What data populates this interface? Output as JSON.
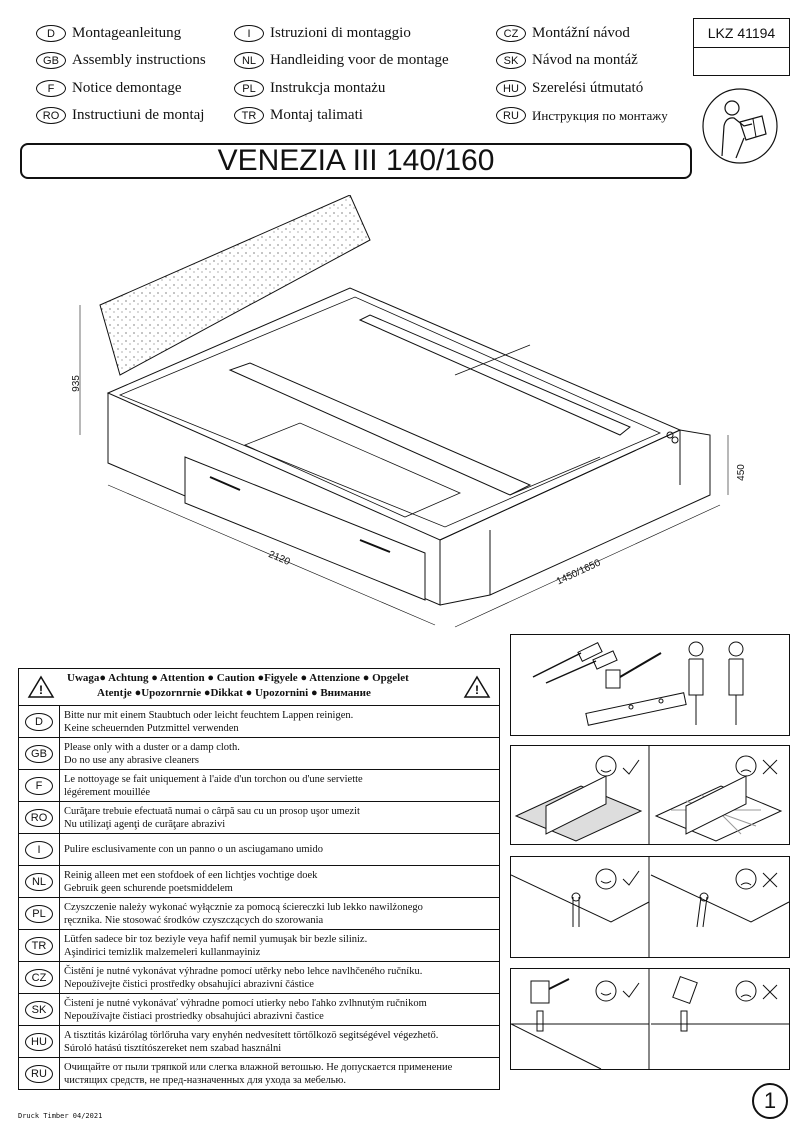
{
  "languages": [
    {
      "code": "D",
      "label": "Montageanleitung"
    },
    {
      "code": "GB",
      "label": "Assembly instructions"
    },
    {
      "code": "F",
      "label": "Notice demontage"
    },
    {
      "code": "RO",
      "label": "Instructiuni de montaj"
    },
    {
      "code": "I",
      "label": "Istruzioni di montaggio"
    },
    {
      "code": "NL",
      "label": "Handleiding voor de montage"
    },
    {
      "code": "PL",
      "label": "Instrukcja montażu"
    },
    {
      "code": "TR",
      "label": "Montaj talimati"
    },
    {
      "code": "CZ",
      "label": "Montážní návod"
    },
    {
      "code": "SK",
      "label": "Návod na montáž"
    },
    {
      "code": "HU",
      "label": "Szerelési útmutató"
    },
    {
      "code": "RU",
      "label": "Инструкция по монтажу"
    }
  ],
  "product_code": "LKZ 41194",
  "title": "VENEZIA III 140/160",
  "dimensions": {
    "height": "935",
    "length": "2120",
    "width": "1450/1650",
    "side_height": "450"
  },
  "warning": {
    "line1": "Uwaga● Achtung ● Attention ● Caution ●Figyele ● Attenzione ● Opgelet",
    "line2": "Atentje ●Upozornrnie ●Dikkat ● Upozornini ● Внимание"
  },
  "warnings": [
    {
      "code": "D",
      "text1": "Bitte nur mit einem Staubtuch oder leicht feuchtem Lappen reinigen.",
      "text2": "Keine scheuernden Putzmittel verwenden"
    },
    {
      "code": "GB",
      "text1": "Please only with a duster or a damp cloth.",
      "text2": "Do no use any abrasive cleaners"
    },
    {
      "code": "F",
      "text1": "Le nottoyage se fait uniquement à l'aide d'un torchon ou d'une serviette",
      "text2": "légérement mouillée"
    },
    {
      "code": "RO",
      "text1": "Curăţare trebuie efectuată numai o cârpă sau cu un prosop uşor umezit",
      "text2": "Nu utilizaţi agenţi de curăţare abrazivi"
    },
    {
      "code": "I",
      "text1": "Pulire esclusivamente con un panno o un asciugamano umido",
      "text2": ""
    },
    {
      "code": "NL",
      "text1": "Reinig alleen met een stofdoek of een lichtjes vochtige doek",
      "text2": "Gebruik geen schurende poetsmiddelem"
    },
    {
      "code": "PL",
      "text1": "Czyszczenie należy wykonać wyłącznie za pomocą ściereczki lub lekko nawilżonego",
      "text2": "ręcznika. Nie stosować środków czyszczących do szorowania"
    },
    {
      "code": "TR",
      "text1": "Lütfen sadece bir toz beziyle veya hafif nemil yumuşak bir bezle siliniz.",
      "text2": "Aşindirici temizlik malzemeleri kullanmayiniz"
    },
    {
      "code": "CZ",
      "text1": "Čistění je nutné vykonávat výhradne pomocí utěrky nebo lehce navlhčeného ručníku.",
      "text2": "Nepoužívejte čistici prostředky obsahujíci abrazivní částice"
    },
    {
      "code": "SK",
      "text1": "Čistení je nutné vykonávať výhradne pomocí utierky nebo ľahko zvlhnutým ručnikom",
      "text2": "Nepoužívajte čistiaci prostriedky obsahujúci abrazivni častice"
    },
    {
      "code": "HU",
      "text1": "A tisztitás kizárólag törlőruha vary enyhén nedvesített törtőlkozö segitségével végezhető.",
      "text2": "Súroló hatású tisztítószereket nem szabad használni"
    },
    {
      "code": "RU",
      "text1": "Очищайте от пыли тряпкой или слегка влажной ветошью. Не допускается применение",
      "text2": "чистящих средств, не пред-назначенных для ухода за мебелью."
    }
  ],
  "footer": "Druck Timber 04/2021",
  "page_number": "1"
}
